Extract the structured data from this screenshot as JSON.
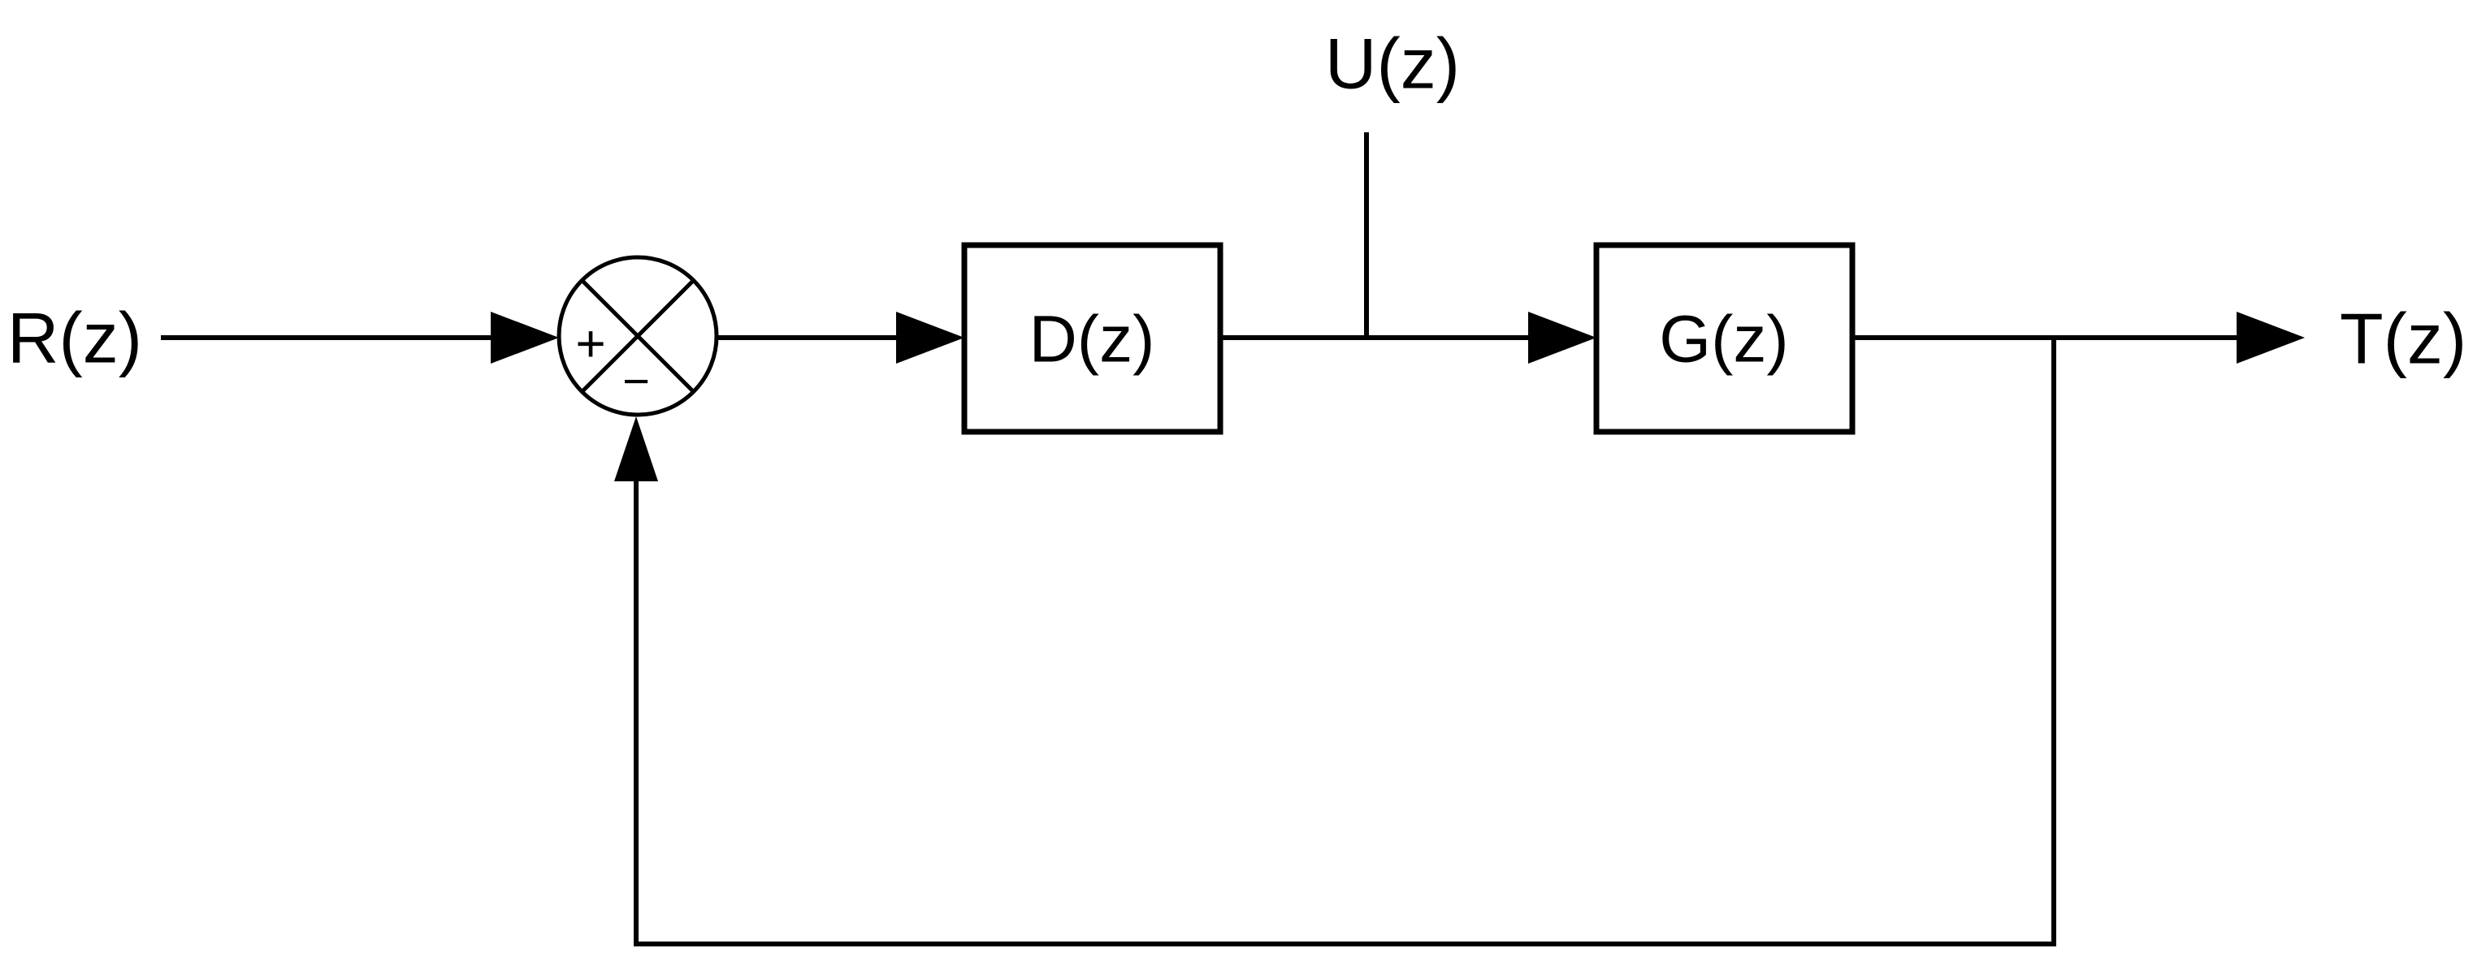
{
  "diagram": {
    "type": "control-system-block-diagram",
    "background_color": "#ffffff",
    "line_color": "#000000",
    "labels": {
      "input_signal": "R(z)",
      "control_signal": "U(z)",
      "output_signal": "T(z)"
    },
    "blocks": {
      "controller": "D(z)",
      "plant": "G(z)"
    },
    "summing_junction": {
      "plus_sign": "+",
      "minus_sign": "−"
    }
  }
}
